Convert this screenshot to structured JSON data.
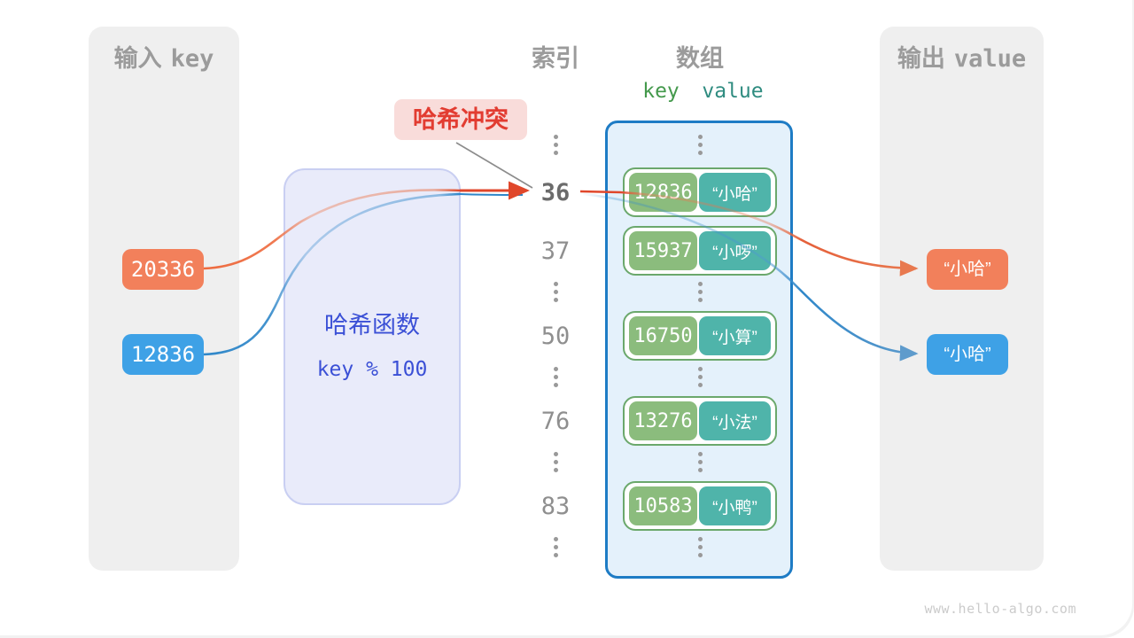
{
  "input_panel": {
    "title_zh": "输入",
    "title_en": "key",
    "items": [
      {
        "value": "20336",
        "color": "orange"
      },
      {
        "value": "12836",
        "color": "blue"
      }
    ]
  },
  "hash_box": {
    "title": "哈希函数",
    "formula": "key % 100"
  },
  "collision_label": {
    "text": "哈希冲突"
  },
  "index_column": {
    "title": "索引",
    "items": [
      "36",
      "37",
      "50",
      "76",
      "83"
    ],
    "highlighted": "36"
  },
  "array": {
    "title": "数组",
    "key_header": "key",
    "value_header": "value",
    "rows": [
      {
        "key": "12836",
        "value": "“小哈”"
      },
      {
        "key": "15937",
        "value": "“小啰”"
      },
      {
        "key": "16750",
        "value": "“小算”"
      },
      {
        "key": "13276",
        "value": "“小法”"
      },
      {
        "key": "10583",
        "value": "“小鸭”"
      }
    ]
  },
  "output_panel": {
    "title_zh": "输出",
    "title_en": "value",
    "items": [
      {
        "value": "“小哈”",
        "color": "orange"
      },
      {
        "value": "“小哈”",
        "color": "blue"
      }
    ]
  },
  "watermark": "www.hello-algo.com",
  "colors": {
    "orange_box": "#F2805B",
    "blue_box": "#3EA1E6",
    "arrow_red": "#E0472B",
    "arrow_blue": "#2F87C9",
    "key_chip_green": "#8BBC7D",
    "value_chip_teal": "#4FB4AA",
    "row_border_green": "#6BA86C",
    "array_bg": "#E4F1FB",
    "array_border": "#1E7CC5",
    "hash_bg": "#E9EBFA",
    "hash_text": "#3B50D6",
    "collision_bg": "#F9DCDA",
    "collision_text": "#E23C31",
    "panel_gray": "#EFEFEF",
    "title_gray": "#9B9B9B"
  }
}
